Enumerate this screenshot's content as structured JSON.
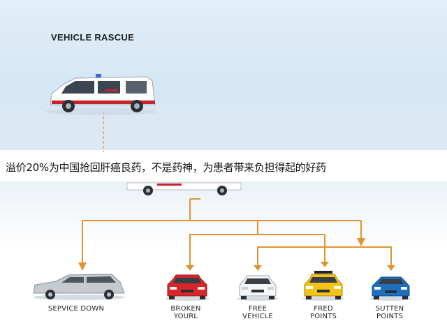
{
  "title": "VEHICLE RASCUE",
  "banner": "溢价20%为中国抢回肝癌良药，不是药神，为患者带来负担得起的好药",
  "colors": {
    "connector": "#e0952c",
    "dashed_line": "#e8a15a",
    "sky": "#d6e7f5",
    "ambulance_stripe": "#c8252b",
    "car_red": "#d8262b",
    "car_yellow": "#f3c316",
    "car_blue": "#1e6fc0",
    "car_silver": "#c5cacf"
  },
  "nodes": [
    {
      "id": "service-down",
      "icon": "silver-wagon-icon",
      "lines": [
        "SEPVICE DOWN"
      ]
    },
    {
      "id": "broken-yourl",
      "icon": "red-hatchback-icon",
      "lines": [
        "BROKEN",
        "YOURL"
      ]
    },
    {
      "id": "free-vehicle",
      "icon": "white-hatchback-icon",
      "lines": [
        "FREE",
        "VEHICLE"
      ]
    },
    {
      "id": "fred-points",
      "icon": "yellow-taxi-icon",
      "lines": [
        "FRED",
        "POINTS"
      ]
    },
    {
      "id": "sutten-points",
      "icon": "blue-compact-icon",
      "lines": [
        "SUTTEN",
        "POINTS"
      ]
    }
  ]
}
